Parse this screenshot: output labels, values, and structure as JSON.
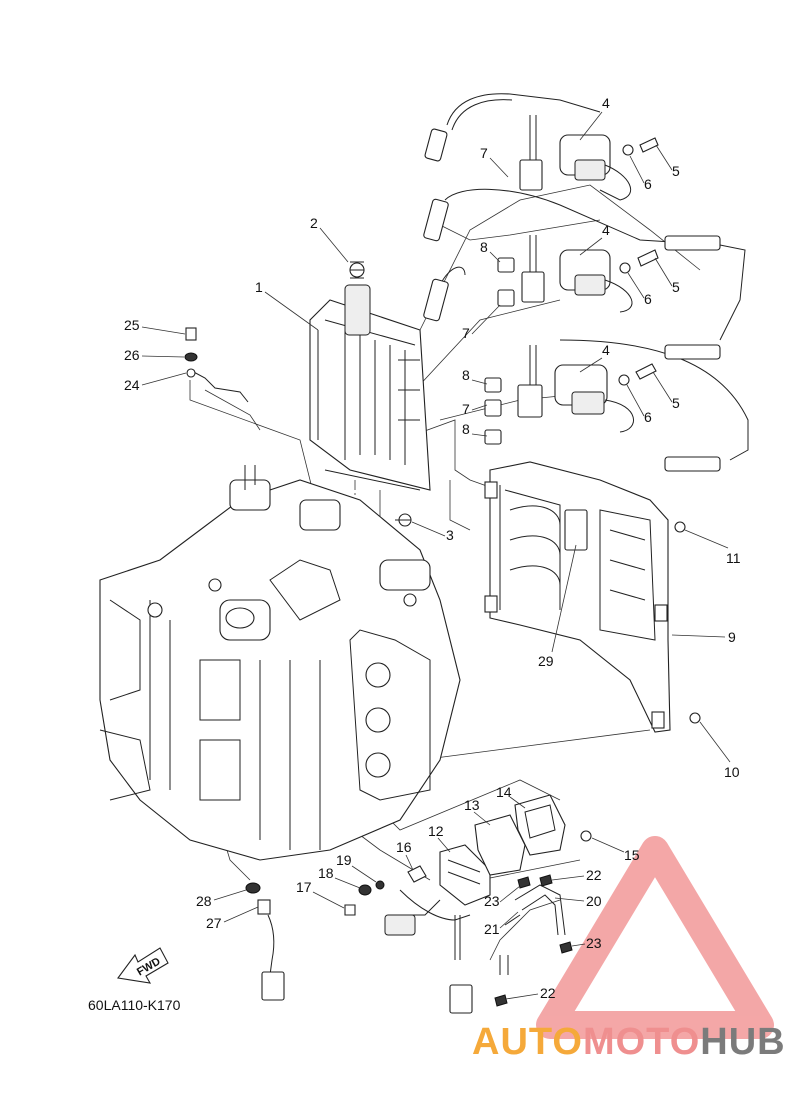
{
  "diagram_code": "60LA110-K170",
  "fwd_label": "FWD",
  "watermark": {
    "part1": "AUTO",
    "part2": "MOTO",
    "part3": "HUB",
    "color1": "#f5a93a",
    "color2": "#ef8f8f",
    "color3": "#7b7b7b"
  },
  "callouts": [
    "1",
    "2",
    "3",
    "4",
    "4",
    "4",
    "5",
    "5",
    "5",
    "6",
    "6",
    "6",
    "7",
    "7",
    "7",
    "8",
    "8",
    "8",
    "9",
    "10",
    "11",
    "12",
    "13",
    "14",
    "15",
    "16",
    "17",
    "18",
    "19",
    "20",
    "21",
    "22",
    "22",
    "23",
    "23",
    "24",
    "25",
    "26",
    "27",
    "28",
    "29"
  ]
}
